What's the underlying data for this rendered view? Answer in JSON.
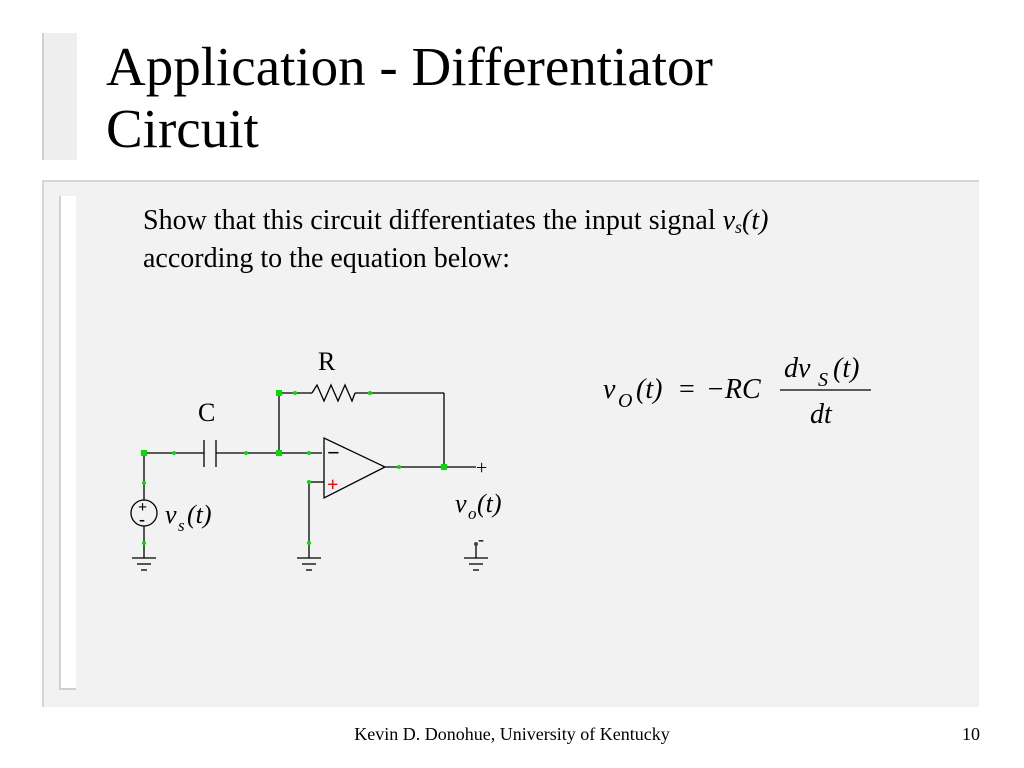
{
  "slide": {
    "title_line1": "Application - Differentiator",
    "title_line2": "Circuit",
    "body_line1_prefix": "Show that this circuit differentiates the input signal ",
    "body_var": "v",
    "body_sub": "s",
    "body_arg": "(t)",
    "body_line2": "according to the equation below:",
    "footer": "Kevin D. Donohue, University of Kentucky",
    "page_number": "10"
  },
  "circuit": {
    "resistor_label": "R",
    "capacitor_label": "C",
    "minus_sign": "−",
    "plus_sign": "+",
    "source_plus": "+",
    "source_minus": "-",
    "source_var": "v",
    "source_sub": "s",
    "source_arg": "(t)",
    "out_var": "v",
    "out_sub": "o",
    "out_arg": "(t)",
    "out_plus": "+",
    "out_minus": "-"
  },
  "equation": {
    "lhs_var": "v",
    "lhs_sub": "O",
    "lhs_arg": "(t)",
    "equals": "=",
    "coef": "−RC",
    "num_d": "dv",
    "num_sub": "S",
    "num_arg": "(t)",
    "den": "dt"
  },
  "colors": {
    "wire": "#000000",
    "node_dot": "#00dd00",
    "opamp_plus": "#ff0000"
  }
}
